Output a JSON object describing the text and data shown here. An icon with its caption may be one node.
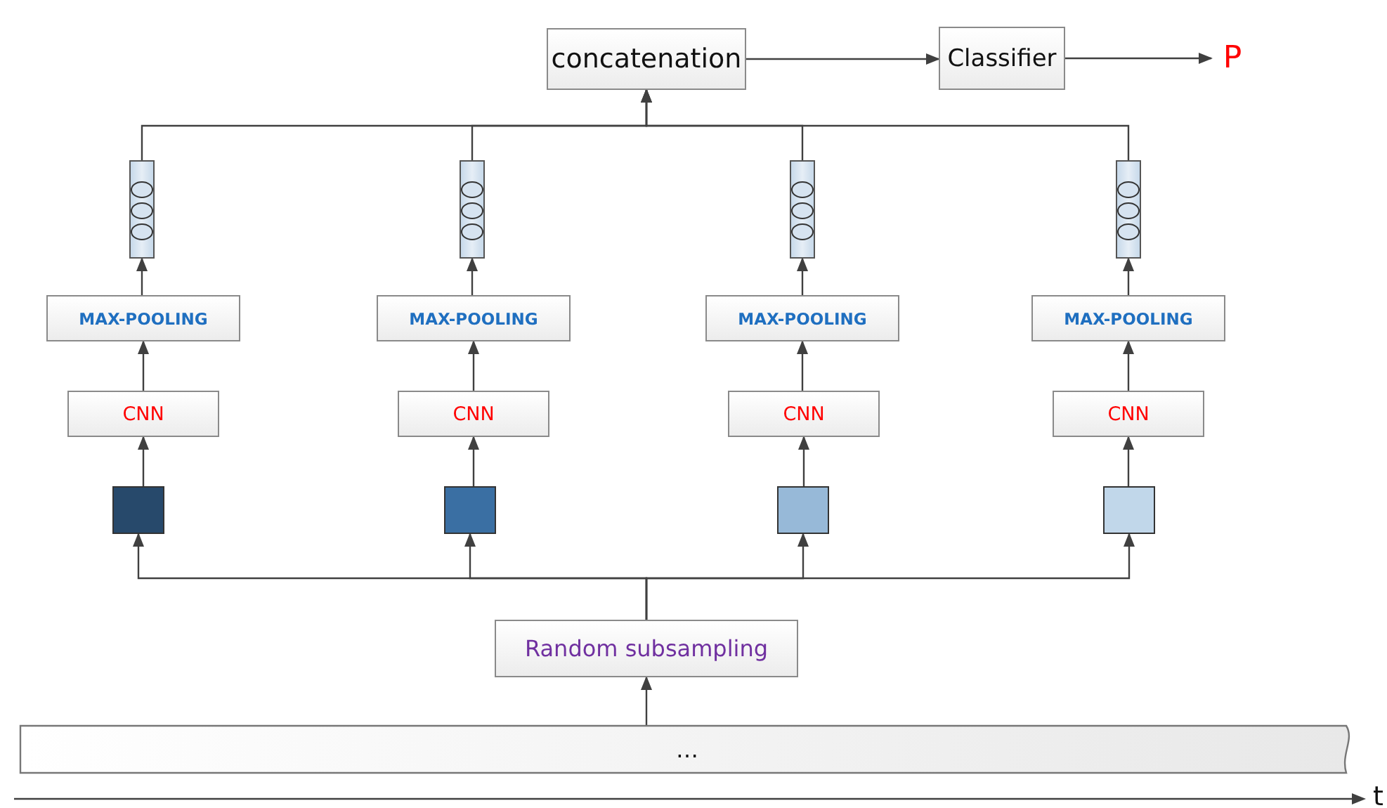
{
  "diagram": {
    "nodes": [
      {
        "text": [
          "concatenation"
        ]
      },
      {
        "text": [
          "Classifier"
        ]
      },
      {
        "text": [
          "P"
        ]
      },
      {
        "text": [],
        "shape": "bar"
      },
      {
        "text": [],
        "shape": "bar"
      },
      {
        "text": [],
        "shape": "bar"
      },
      {
        "text": [],
        "shape": "bar"
      },
      {
        "text": [
          "MAX-POOLING"
        ]
      },
      {
        "text": [
          "MAX-POOLING"
        ]
      },
      {
        "text": [
          "MAX-POOLING"
        ]
      },
      {
        "text": [
          "MAX-POOLING"
        ]
      },
      {
        "text": [
          "CNN"
        ]
      },
      {
        "text": [
          "CNN"
        ]
      },
      {
        "text": [
          "CNN"
        ]
      },
      {
        "text": [
          "CNN"
        ]
      },
      {
        "text": [],
        "shape": "box"
      },
      {
        "text": [],
        "shape": "box"
      },
      {
        "text": [],
        "shape": "box"
      },
      {
        "text": [],
        "shape": "box"
      },
      {
        "text": [
          "Random subsampling"
        ]
      },
      {
        "text": [
          "…"
        ]
      }
    ],
    "edges": [
      {
        "from": 0,
        "to": 1,
        "arrow": "to"
      },
      {
        "from": 1,
        "to": 2,
        "arrow": "to"
      },
      {
        "from": 3,
        "to": 0,
        "arrow": "to"
      },
      {
        "from": 4,
        "to": 0,
        "arrow": "to"
      },
      {
        "from": 5,
        "to": 0,
        "arrow": "to"
      },
      {
        "from": 6,
        "to": 0,
        "arrow": "to"
      },
      {
        "from": 7,
        "to": 3,
        "arrow": "to"
      },
      {
        "from": 8,
        "to": 4,
        "arrow": "to"
      },
      {
        "from": 9,
        "to": 5,
        "arrow": "to"
      },
      {
        "from": 10,
        "to": 6,
        "arrow": "to"
      },
      {
        "from": 11,
        "to": 7,
        "arrow": "to"
      },
      {
        "from": 12,
        "to": 8,
        "arrow": "to"
      },
      {
        "from": 13,
        "to": 9,
        "arrow": "to"
      },
      {
        "from": 14,
        "to": 10,
        "arrow": "to"
      },
      {
        "from": 15,
        "to": 11,
        "arrow": "to"
      },
      {
        "from": 16,
        "to": 12,
        "arrow": "to"
      },
      {
        "from": 17,
        "to": 13,
        "arrow": "to"
      },
      {
        "from": 18,
        "to": 14,
        "arrow": "to"
      },
      {
        "from": 19,
        "to": 15,
        "arrow": "to"
      },
      {
        "from": 19,
        "to": 16,
        "arrow": "to"
      },
      {
        "from": 19,
        "to": 17,
        "arrow": "to"
      },
      {
        "from": 19,
        "to": 18,
        "arrow": "to"
      },
      {
        "from": 20,
        "to": 19,
        "arrow": "to"
      }
    ],
    "labels": [
      "t"
    ]
  }
}
